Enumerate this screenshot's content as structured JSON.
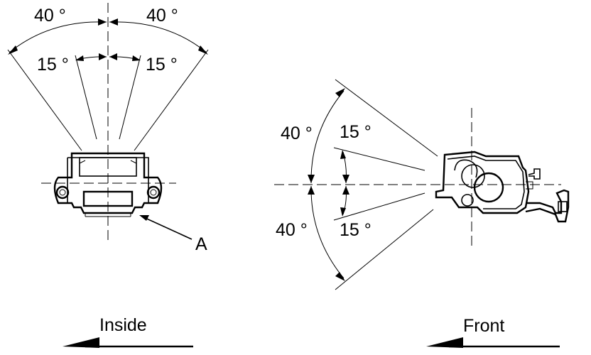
{
  "left_view": {
    "angle_outer_left": "40 °",
    "angle_outer_right": "40 °",
    "angle_inner_left": "15 °",
    "angle_inner_right": "15 °",
    "part_label": "A",
    "direction_label": "Inside"
  },
  "right_view": {
    "angle_outer_top": "40 °",
    "angle_outer_bottom": "40 °",
    "angle_inner_top": "15 °",
    "angle_inner_bottom": "15 °",
    "direction_label": "Front"
  },
  "icons": [
    "arrow-left-icon"
  ]
}
